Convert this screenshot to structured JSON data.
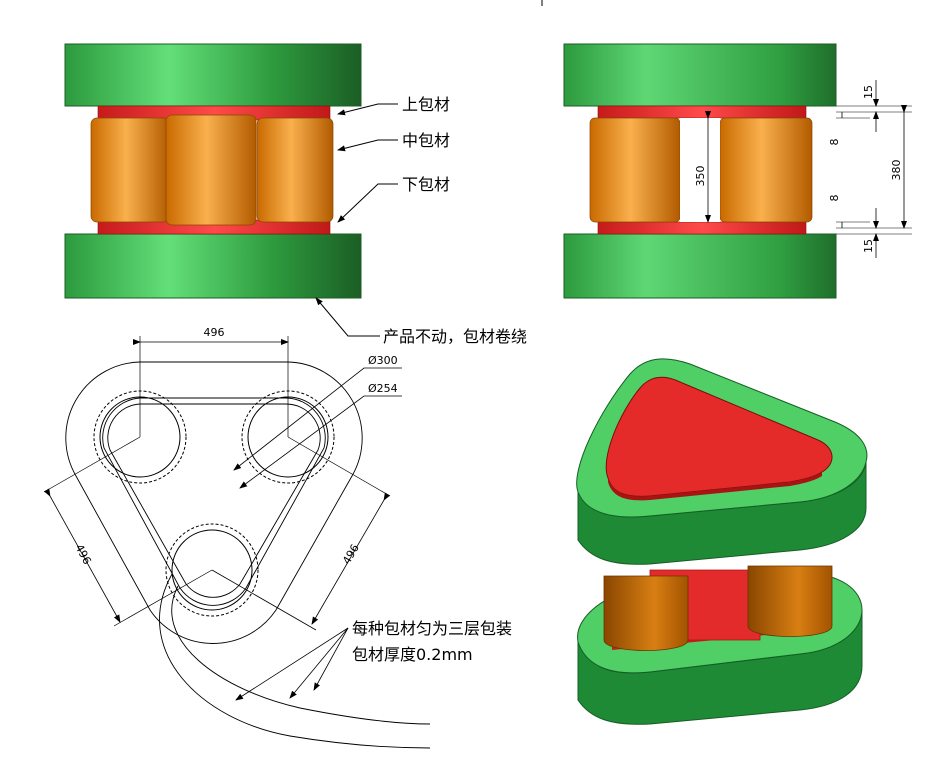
{
  "labels": {
    "upper_wrap": "上包材",
    "middle_wrap": "中包材",
    "lower_wrap": "下包材",
    "product_note": "产品不动，包材卷绕",
    "diameter_outer": "Ø300",
    "diameter_inner": "Ø254",
    "center_distance_top": "496",
    "center_distance_left": "496",
    "center_distance_right": "496",
    "note_line1": "每种包材匀为三层包装",
    "note_line2": "包材厚度0.2mm"
  },
  "side_dims": {
    "top_gap": "15",
    "upper_band": "8",
    "inner_height": "350",
    "total_height": "380",
    "lower_band": "8",
    "bottom_gap": "15"
  },
  "colors": {
    "green_light": "#5fd775",
    "green_mid": "#34b04a",
    "green_dark": "#1f6e2b",
    "orange_light": "#f6a53a",
    "orange_dark": "#b25b00",
    "red": "#e52a2a",
    "red_dark": "#a81414"
  }
}
